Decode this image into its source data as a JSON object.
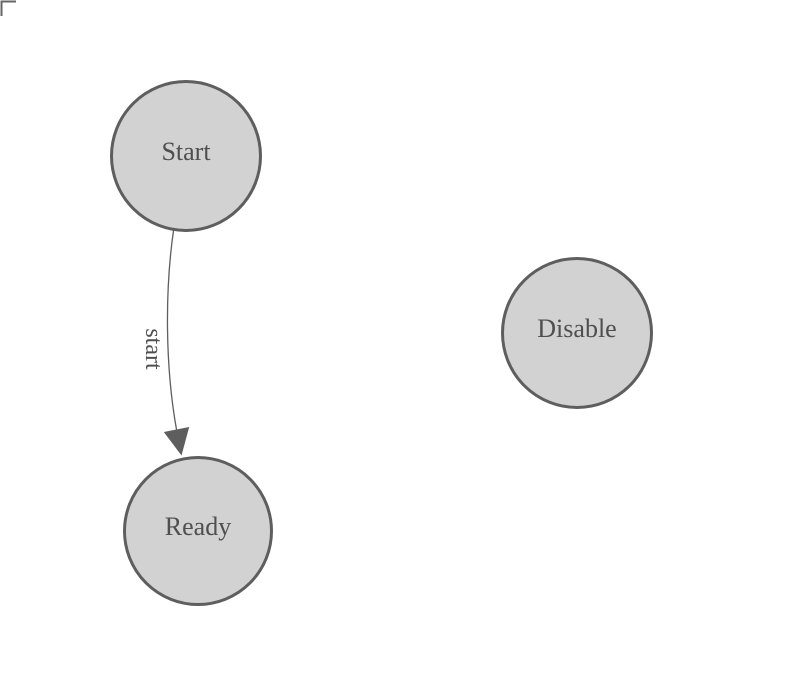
{
  "diagram": {
    "type": "state-diagram",
    "nodes": [
      {
        "id": "start",
        "label": "Start"
      },
      {
        "id": "ready",
        "label": "Ready"
      },
      {
        "id": "disable",
        "label": "Disable"
      }
    ],
    "edges": [
      {
        "from": "start",
        "to": "ready",
        "label": "start"
      }
    ],
    "style": {
      "background": "#ffffff",
      "node_fill": "#d2d2d2",
      "node_stroke": "#5e5e5e",
      "node_text_color": "#4f4f4f",
      "edge_color": "#5e5e5e",
      "edge_label_color": "#4f4f4f",
      "corner_mark_color": "#666666"
    }
  }
}
